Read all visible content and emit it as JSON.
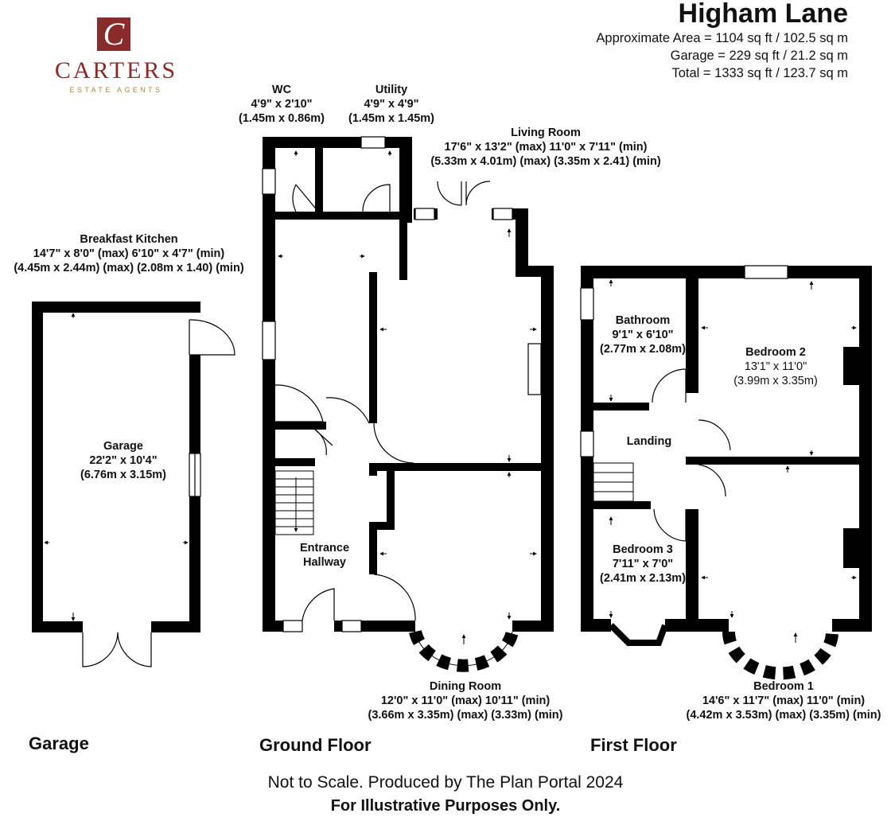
{
  "header": {
    "title": "Higham Lane",
    "areas": [
      "Approximate Area = 1104 sq ft / 102.5 sq m",
      "Garage = 229 sq ft / 21.2 sq m",
      "Total = 1333 sq ft / 123.7 sq m"
    ]
  },
  "logo": {
    "mark": "C",
    "name": "CARTERS",
    "tagline": "ESTATE AGENTS"
  },
  "rooms": {
    "wc": {
      "name": "WC",
      "imperial": "4'9\" x 2'10\"",
      "metric": "(1.45m x 0.86m)"
    },
    "utility": {
      "name": "Utility",
      "imperial": "4'9\" x 4'9\"",
      "metric": "(1.45m x 1.45m)"
    },
    "living": {
      "name": "Living Room",
      "imperial": "17'6\" x 13'2\" (max) 11'0\" x 7'11\" (min)",
      "metric": "(5.33m x 4.01m) (max) (3.35m x 2.41) (min)"
    },
    "kitchen": {
      "name": "Breakfast Kitchen",
      "imperial": "14'7\" x 8'0\" (max) 6'10\" x 4'7\" (min)",
      "metric": "(4.45m x 2.44m) (max) (2.08m x 1.40) (min)"
    },
    "garage": {
      "name": "Garage",
      "imperial": "22'2\" x 10'4\"",
      "metric": "(6.76m x 3.15m)"
    },
    "hallway": {
      "name1": "Entrance",
      "name2": "Hallway"
    },
    "dining": {
      "name": "Dining Room",
      "imperial": "12'0\" x 11'0\" (max) 10'11\" (min)",
      "metric": "(3.66m x 3.35m) (max) (3.33m) (min)"
    },
    "bathroom": {
      "name": "Bathroom",
      "imperial": "9'1\" x 6'10\"",
      "metric": "(2.77m x 2.08m)"
    },
    "bedroom2": {
      "name": "Bedroom 2",
      "imperial": "13'1\" x 11'0\"",
      "metric": "(3.99m x 3.35m)"
    },
    "landing": {
      "name": "Landing"
    },
    "bedroom3": {
      "name": "Bedroom 3",
      "imperial": "7'11\" x 7'0\"",
      "metric": "(2.41m x 2.13m)"
    },
    "bedroom1": {
      "name": "Bedroom 1",
      "imperial": "14'6\" x 11'7\" (max) 11'0\" (min)",
      "metric": "(4.42m x 3.53m) (max) (3.35m) (min)"
    }
  },
  "floors": {
    "garage": "Garage",
    "ground": "Ground Floor",
    "first": "First Floor"
  },
  "footer": {
    "note": "Not to Scale. Produced by The Plan Portal 2024",
    "disclaimer": "For Illustrative Purposes Only."
  },
  "colors": {
    "wall": "#000000",
    "brand": "#8a2b2b",
    "gold": "#b08a3a"
  }
}
